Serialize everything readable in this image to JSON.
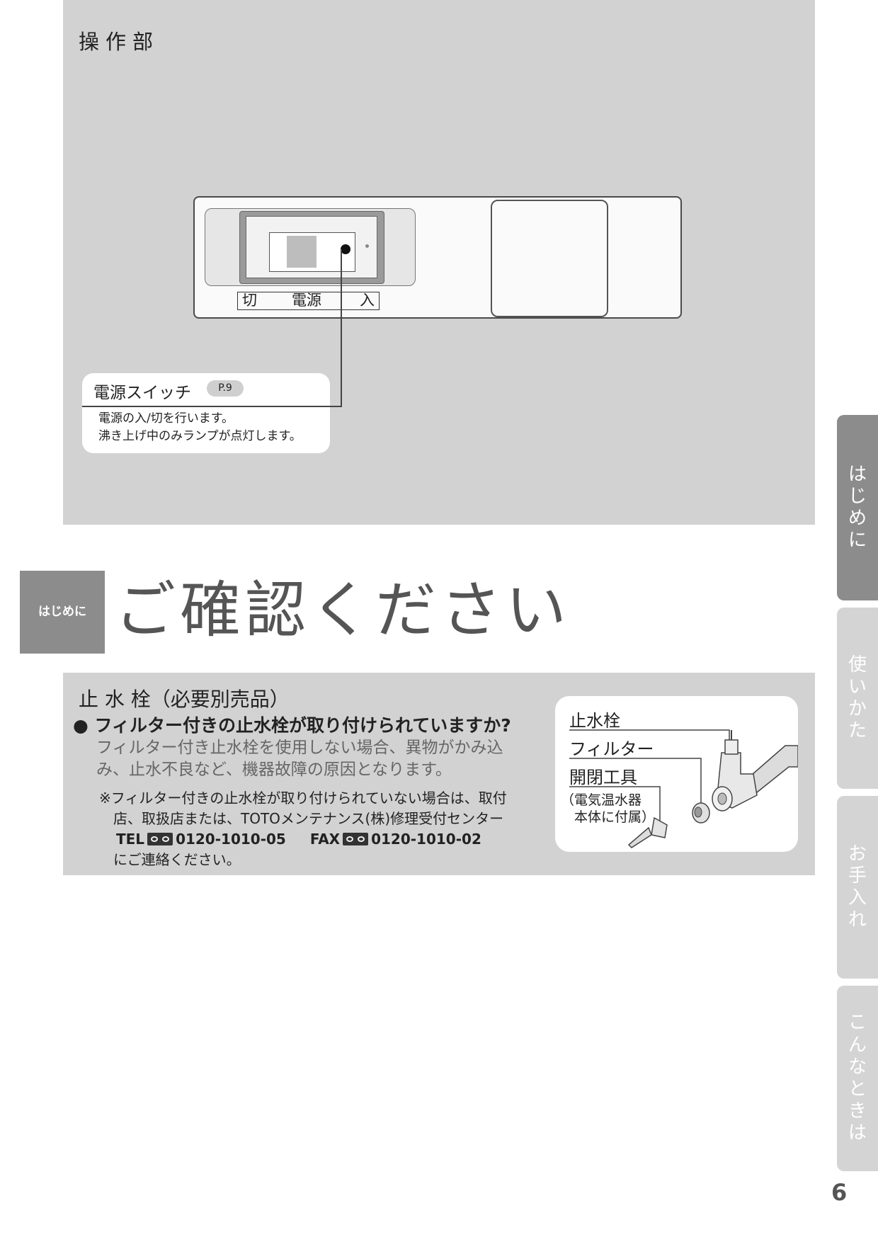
{
  "control_section": {
    "title": "操作部",
    "switch_labels": {
      "off": "切",
      "power": "電源",
      "on": "入"
    },
    "callout": {
      "title": "電源スイッチ",
      "page_ref": "P.9",
      "desc_line1": "電源の入/切を行います。",
      "desc_line2": "沸き上げ中のみランプが点灯します。"
    }
  },
  "heading": {
    "badge": "はじめに",
    "title": "ご確認ください"
  },
  "stop_valve": {
    "title": "止 水 栓（必要別売品）",
    "bullet": "● フィルター付きの止水栓が取り付けられていますか?",
    "note_line1": "フィルター付き止水栓を使用しない場合、異物がかみ込",
    "note_line2": "み、止水不良など、機器故障の原因となります。",
    "contact_line1": "※フィルター付きの止水栓が取り付けられていない場合は、取付",
    "contact_line2": "店、取扱店または、TOTOメンテナンス(株)修理受付センター",
    "tel_label": "TEL",
    "tel_number": "0120-1010-05",
    "fax_label": "FAX",
    "fax_number": "0120-1010-02",
    "contact_line4": "にご連絡ください。",
    "labels": {
      "valve": "止水栓",
      "filter": "フィルター",
      "tool": "開閉工具",
      "tool_note1": "（電気温水器",
      "tool_note2": "本体に付属）"
    }
  },
  "side_tabs": [
    {
      "label": "はじめに",
      "active": true
    },
    {
      "label": "使いかた",
      "active": false
    },
    {
      "label": "お手入れ",
      "active": false
    },
    {
      "label": "こんなときは",
      "active": false
    }
  ],
  "page_number": "6",
  "colors": {
    "panel_gray": "#d2d2d2",
    "active_tab": "#8c8c8c",
    "inactive_tab": "#d4d4d4"
  }
}
